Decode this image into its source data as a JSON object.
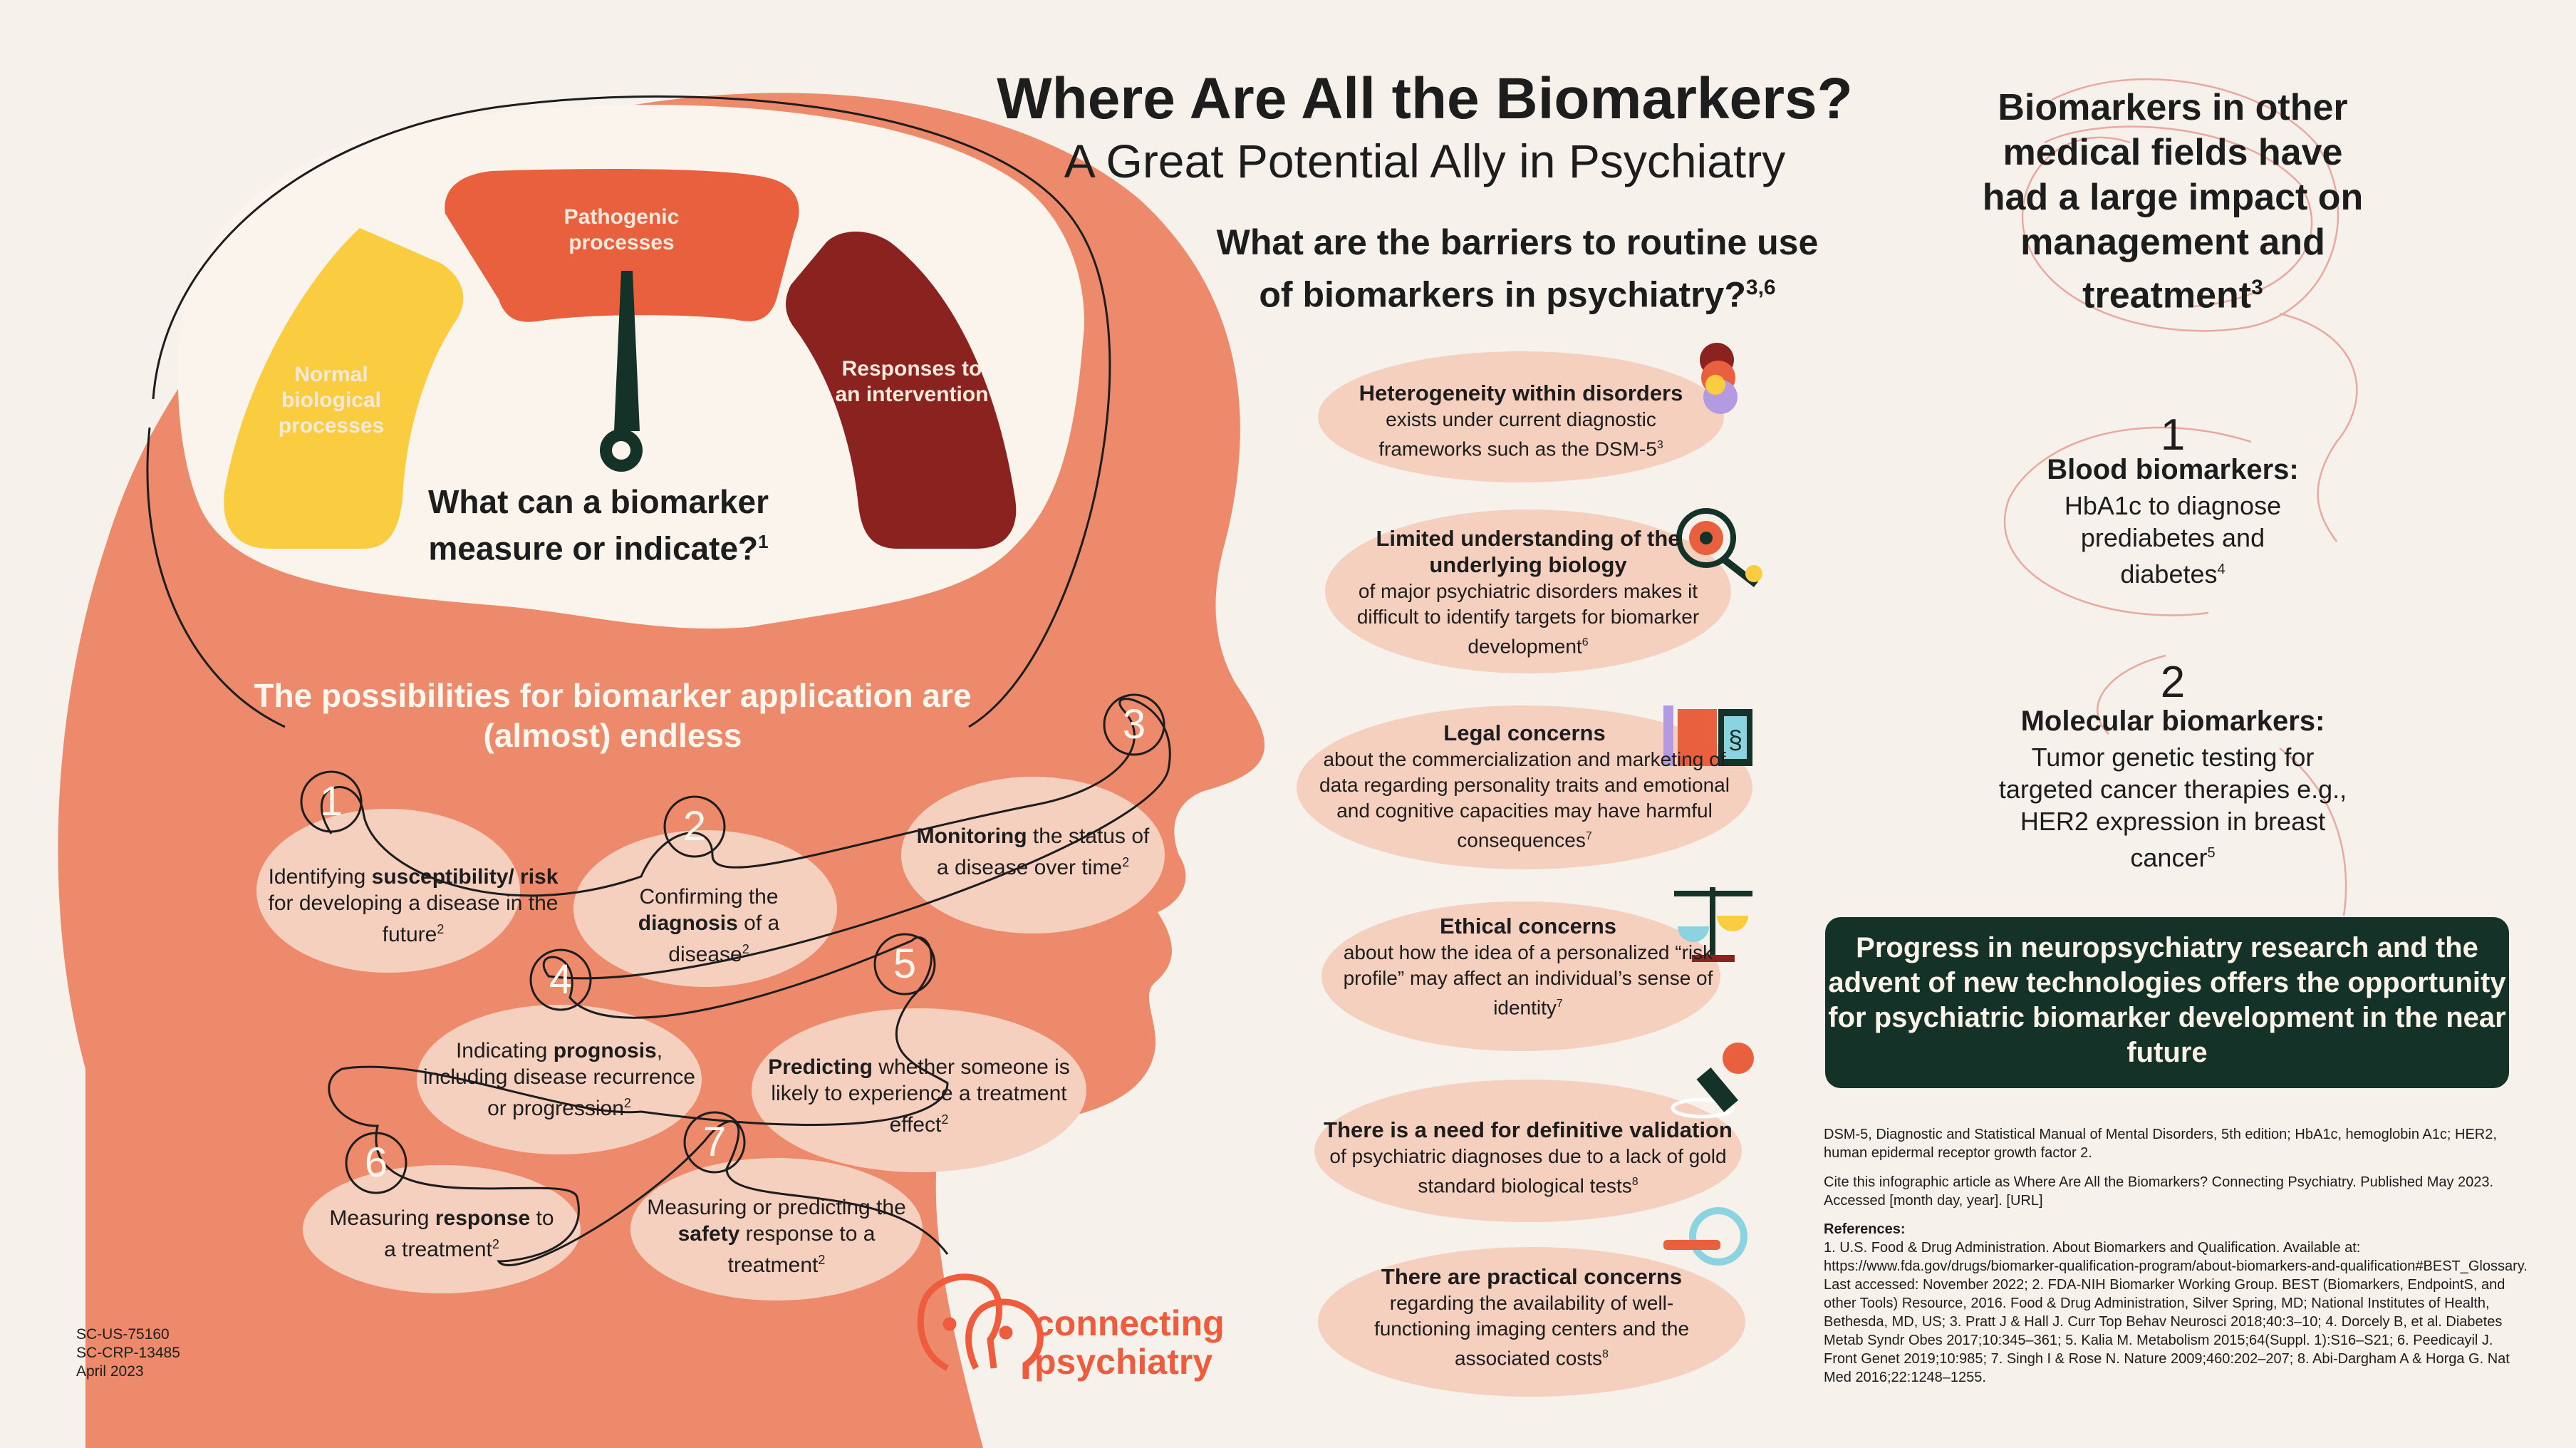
{
  "title": "Where Are All the Biomarkers?",
  "subtitle": "A Great Potential Ally in Psychiatry",
  "barriers_question": "What are the barriers to routine use of biomarkers in psychiatry?",
  "barriers_question_ref": "3,6",
  "gauge": {
    "normal": "Normal biological processes",
    "pathogenic": "Pathogenic processes",
    "responses": "Responses to an intervention",
    "question": "What can a biomarker measure or indicate?",
    "question_ref": "1"
  },
  "possibilities": "The possibilities for biomarker application are (almost) endless",
  "applications": [
    {
      "num": "1",
      "pre": "Identifying ",
      "bold": "susceptibility/ risk",
      "post": " for developing a disease in the future",
      "ref": "2"
    },
    {
      "num": "2",
      "pre": "Confirming the ",
      "bold": "diagnosis",
      "post": " of a disease",
      "ref": "2"
    },
    {
      "num": "3",
      "pre": "",
      "bold": "Monitoring",
      "post": " the status of a disease over time",
      "ref": "2"
    },
    {
      "num": "4",
      "pre": "Indicating ",
      "bold": "prognosis",
      "post": ", including disease recurrence or progression",
      "ref": "2"
    },
    {
      "num": "5",
      "pre": "",
      "bold": "Predicting",
      "post": " whether someone is likely to experience a treatment effect",
      "ref": "2"
    },
    {
      "num": "6",
      "pre": "Measuring ",
      "bold": "response",
      "post": " to a treatment",
      "ref": "2"
    },
    {
      "num": "7",
      "pre": "Measuring or predicting the ",
      "bold": "safety",
      "post": " response to a treatment",
      "ref": "2"
    }
  ],
  "barriers": [
    {
      "bold": "Heterogeneity within disorders",
      "text": "exists under current diagnostic frameworks such as the DSM-5",
      "ref": "3",
      "icon": "layered-circles-icon"
    },
    {
      "bold": "Limited understanding of the underlying biology",
      "text": "of major psychiatric disorders makes it difficult to identify targets for biomarker development",
      "ref": "6",
      "icon": "magnifier-cell-icon"
    },
    {
      "bold": "Legal concerns",
      "text": "about the commercialization and marketing of data regarding personality traits and emotional and cognitive capacities may have harmful consequences",
      "ref": "7",
      "icon": "law-book-icon"
    },
    {
      "bold": "Ethical concerns",
      "text": "about how the idea of a personalized “risk profile” may affect an individual’s sense of identity",
      "ref": "7",
      "icon": "scales-icon"
    },
    {
      "bold": "There is a need for definitive validation",
      "text": "of psychiatric diagnoses due to a lack of gold standard biological tests",
      "ref": "8",
      "icon": "stamp-icon"
    },
    {
      "bold": "There are practical concerns",
      "text": "regarding the availability of well-functioning imaging centers and the associated costs",
      "ref": "8",
      "icon": "scanner-icon"
    }
  ],
  "right": {
    "heading": "Biomarkers in other medical fields have had a large impact on management and treatment",
    "heading_ref": "3",
    "items": [
      {
        "num": "1",
        "title": "Blood biomarkers:",
        "text": "HbA1c to diagnose prediabetes and diabetes",
        "ref": "4"
      },
      {
        "num": "2",
        "title": "Molecular biomarkers:",
        "text": "Tumor genetic testing for targeted cancer therapies e.g., HER2 expression in breast cancer",
        "ref": "5"
      }
    ],
    "progress": "Progress in neuropsychiatry research and the advent of new technologies offers the opportunity for psychiatric biomarker development in the near future"
  },
  "footnotes": {
    "abbrev": "DSM-5, Diagnostic and Statistical Manual of Mental Disorders, 5th edition; HbA1c, hemoglobin A1c; HER2, human epidermal receptor growth factor 2.",
    "cite": "Cite this infographic article as Where Are All the Biomarkers? Connecting Psychiatry. Published May 2023. Accessed [month day, year]. [URL]",
    "references_label": "References:",
    "references": "1. U.S. Food & Drug Administration. About Biomarkers and Qualification. Available at: https://www.fda.gov/drugs/biomarker-qualification-program/about-biomarkers-and-qualification#BEST_Glossary. Last accessed: November 2022; 2. FDA-NIH Biomarker Working Group. BEST (Biomarkers, EndpointS, and other Tools) Resource, 2016. Food & Drug Administration, Silver Spring, MD; National Institutes of Health, Bethesda, MD, US; 3. Pratt J & Hall J. Curr Top Behav Neurosci 2018;40:3–10; 4. Dorcely B, et al. Diabetes Metab Syndr Obes 2017;10:345–361; 5. Kalia M. Metabolism 2015;64(Suppl. 1):S16–S21; 6. Peedicayil J. Front Genet 2019;10:985; 7. Singh I & Rose N. Nature 2009;460:202–207; 8. Abi-Dargham A & Horga G. Nat Med 2016;22:1248–1255."
  },
  "codes": [
    "SC-US-75160",
    "SC-CRP-13485",
    "April 2023"
  ],
  "brand": {
    "line1": "connecting",
    "line2": "psychiatry",
    "icon": "two-heads-logo-icon"
  },
  "colors": {
    "background": "#f6f1ea",
    "head": "#ec8a6b",
    "blob": "#f5d0bf",
    "dark_green": "#143228",
    "gauge_yellow": "#f9cd3f",
    "gauge_orange": "#e9603f",
    "gauge_red": "#8a2220",
    "brand": "#ec5c3d"
  }
}
